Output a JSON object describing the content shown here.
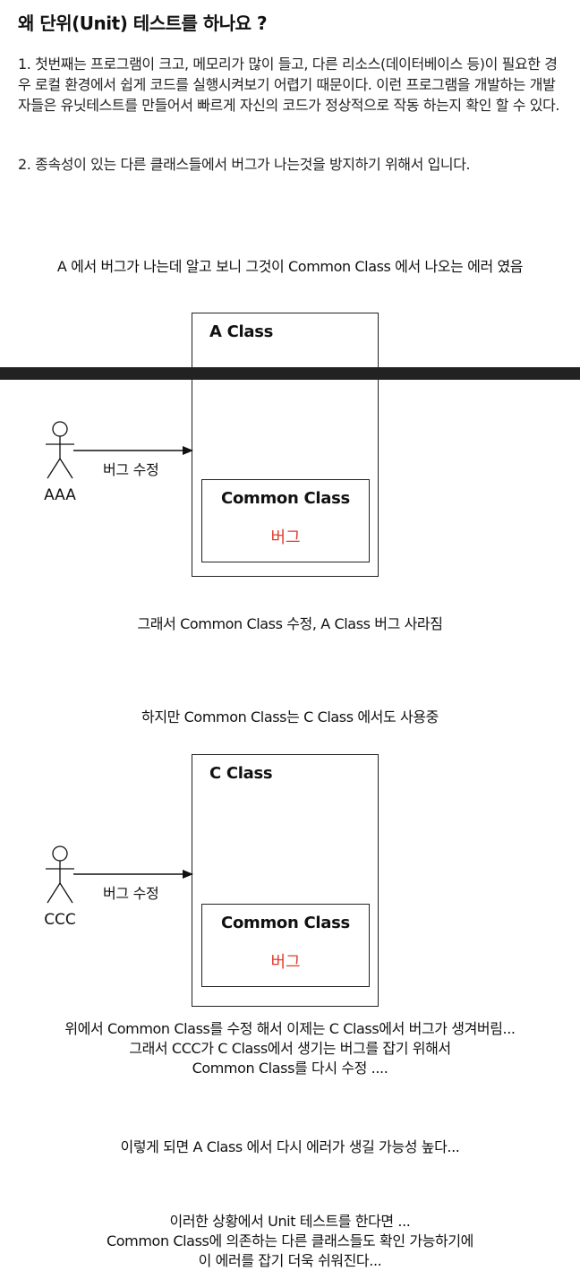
{
  "title": "왜 단위(Unit) 테스트를 하나요 ?",
  "reasons": [
    "1. 첫번째는 프로그램이 크고, 메모리가 많이 들고, 다른 리소스(데이터베이스 등)이 필요한 경우 로컬 환경에서 쉽게 코드를 실행시켜보기 어렵기 때문이다. 이런 프로그램을 개발하는 개발자들은 유닛테스트를 만들어서 빠르게 자신의 코드가 정상적으로 작동 하는지 확인 할 수 있다.",
    "2. 종속성이 있는 다른 클래스들에서 버그가 나는것을 방지하기 위해서 입니다."
  ],
  "scenario1": {
    "caption_top": "A 에서 버그가 나는데 알고 보니 그것이 Common Class 에서 나오는 에러 였음",
    "outer_class": "A Class",
    "inner_class": "Common Class",
    "bug_label": "버그",
    "actor": "AAA",
    "arrow_label": "버그 수정",
    "caption_bottom": "그래서 Common Class 수정, A Class 버그 사라짐"
  },
  "scenario2": {
    "caption_top": "하지만 Common Class는 C Class 에서도 사용중",
    "outer_class": "C Class",
    "inner_class": "Common Class",
    "bug_label": "버그",
    "actor": "CCC",
    "arrow_label": "버그 수정",
    "caption_bottom": [
      "위에서 Common Class를 수정 해서 이제는 C Class에서 버그가 생겨버림...",
      "그래서 CCC가 C Class에서 생기는 버그를 잡기 위해서",
      "Common Class를 다시 수정 ...."
    ]
  },
  "conclusion1": "이렇게 되면 A Class 에서 다시 에러가 생길 가능성 높다...",
  "conclusion2": [
    "이러한 상황에서 Unit 테스트를 한다면 ...",
    "Common Class에 의존하는 다른 클래스들도 확인 가능하기에",
    "이 에러를 잡기 더욱 쉬워진다..."
  ]
}
